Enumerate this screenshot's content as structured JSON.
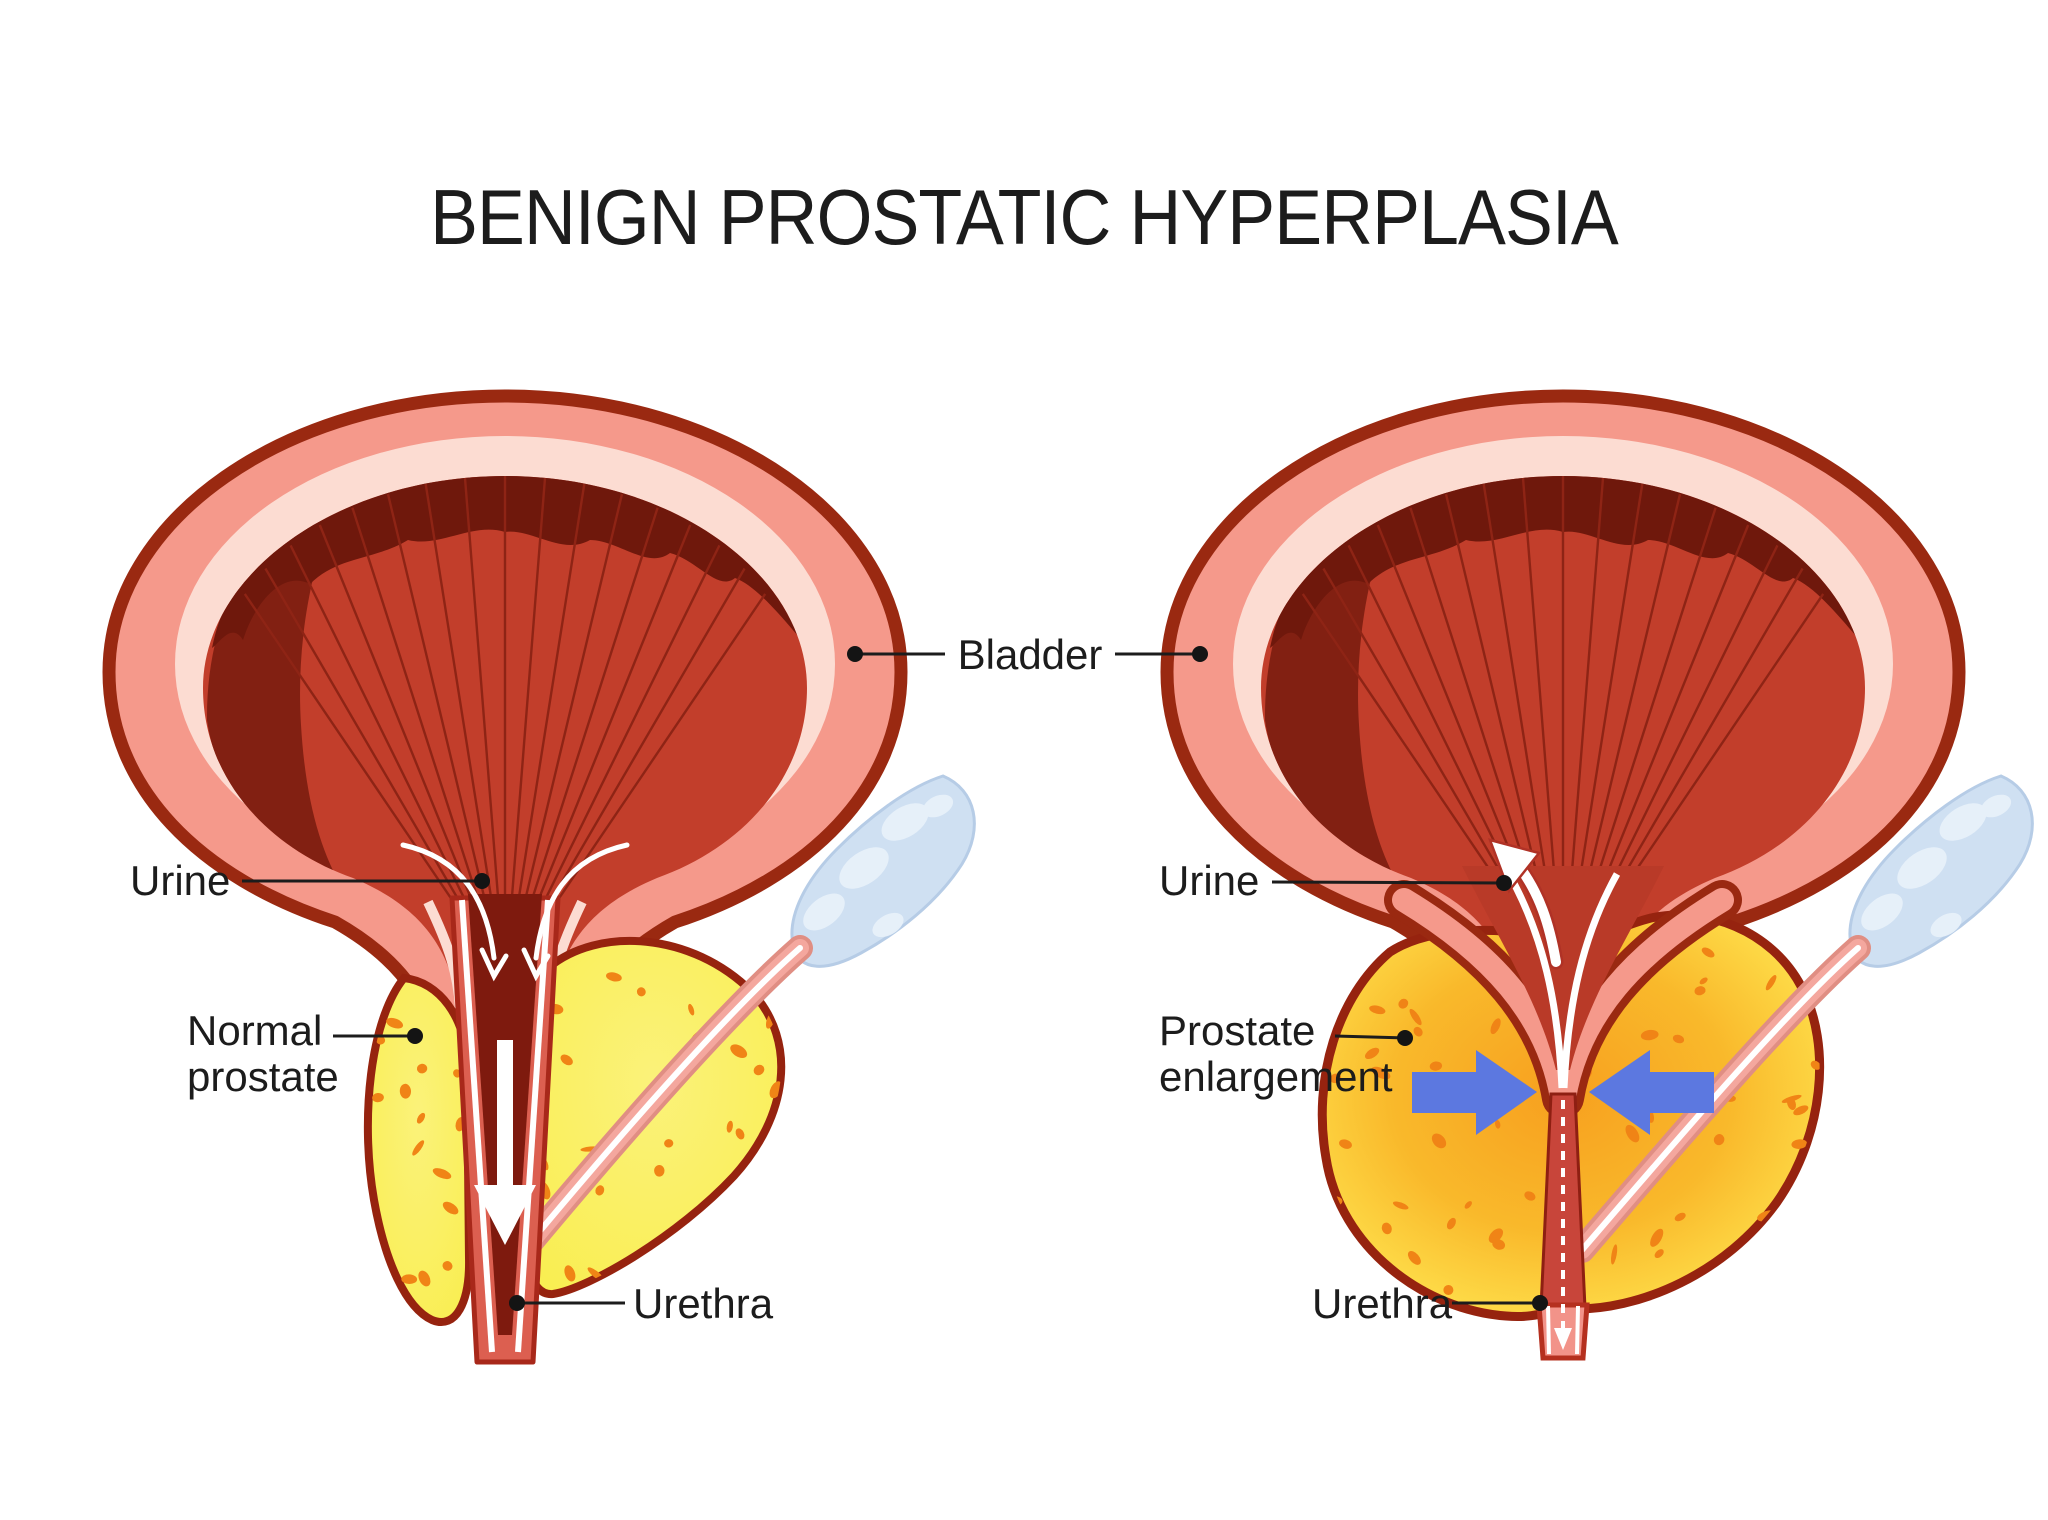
{
  "title": "BENIGN PROSTATIC HYPERPLASIA",
  "shared_labels": {
    "bladder": "Bladder"
  },
  "diagram_left": {
    "urine_label": "Urine",
    "prostate_label_line1": "Normal",
    "prostate_label_line2": "prostate",
    "urethra_label": "Urethra"
  },
  "diagram_right": {
    "urine_label": "Urine",
    "prostate_label_line1": "Prostate",
    "prostate_label_line2": "enlargement",
    "urethra_label": "Urethra"
  },
  "icons": {
    "flow_down_arrow": "white arrow down open urethra (normal flow)",
    "reflux_arrow": "white arrow pointing back into bladder (obstructed flow)",
    "compression_arrows": "blue arrows squeezing urethra"
  },
  "colors": {
    "background": "#FFFFFF",
    "text": "#1C1C1C",
    "bladder_outline": "#9A2911",
    "bladder_wall": "#F5998B",
    "bladder_lining": "#FCDCD2",
    "muscle": "#C23E2B",
    "muscle_dark_band": "#6F180C",
    "muscle_shadow": "#7D1D10",
    "fan_line": "#8E2415",
    "urethra_wall": "#DC5F50",
    "urethra_channel": "#7E1A0E",
    "urethra_tube_lower": "#F29389",
    "prostate_yellow": "#F9EE52",
    "prostate_enlarged_center": "#F7A01F",
    "prostate_enlarged_edge": "#FFE44F",
    "prostate_outline": "#96230F",
    "speckle_orange": "#F08416",
    "vesicle_fill": "#CFE0F2",
    "vesicle_outline": "#B6CCE6",
    "vesicle_bubble": "#E8F1FA",
    "vas_pink": "#F4A79E",
    "vas_edge": "#E08E83",
    "compression_arrow_blue": "#5C78E0",
    "flow_arrow_white": "#FFFFFF"
  }
}
